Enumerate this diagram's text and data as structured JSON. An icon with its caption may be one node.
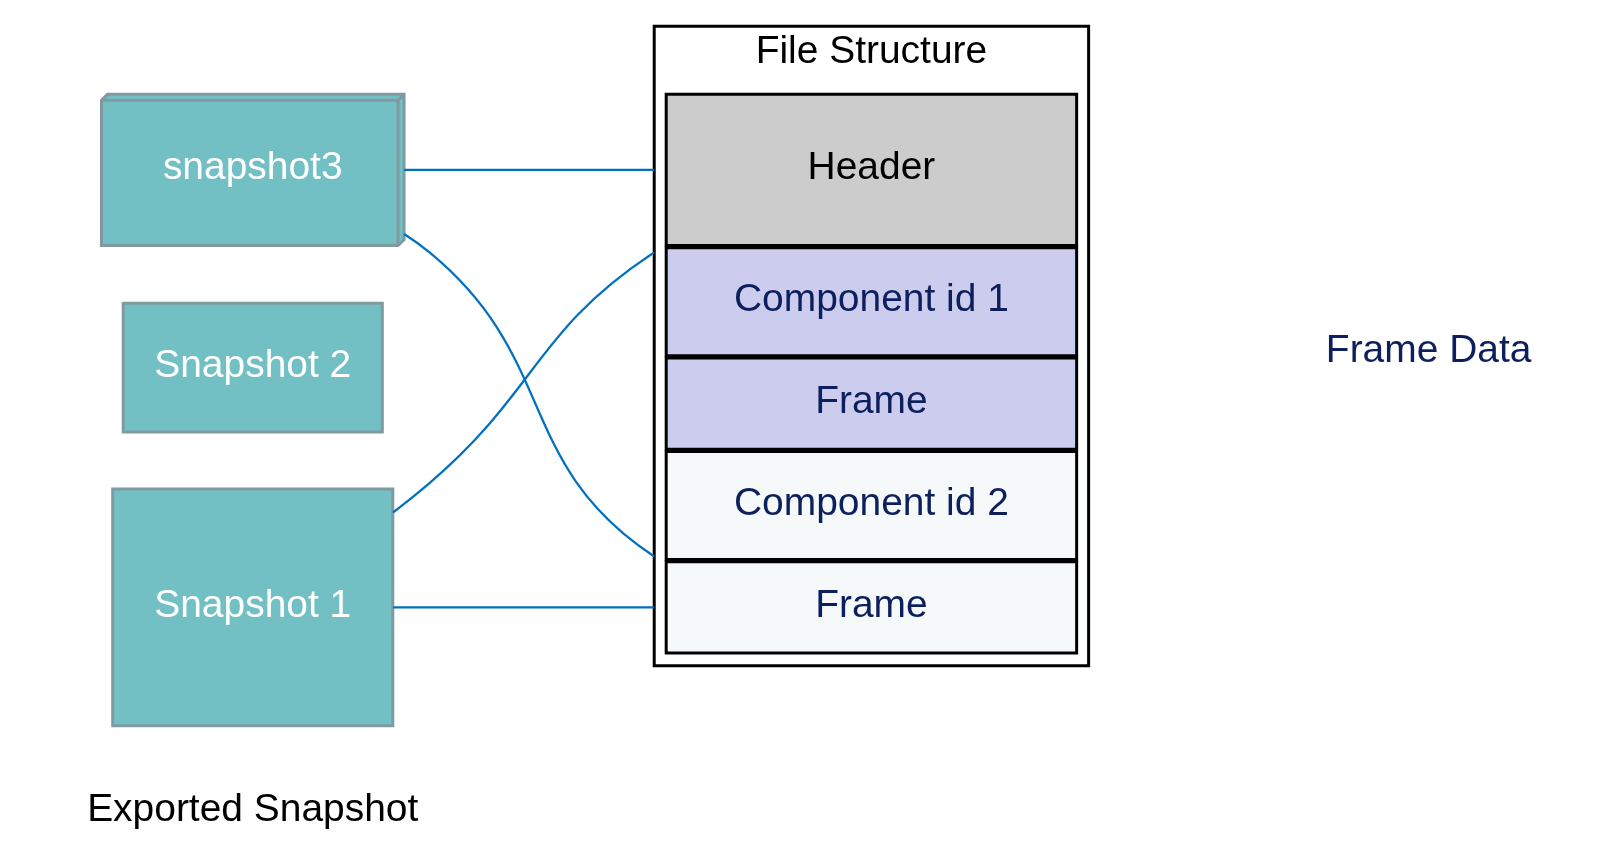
{
  "diagram": {
    "nodes": [
      {
        "text": [
          "Snapshot 1"
        ]
      },
      {
        "text": [
          "Snapshot 2"
        ]
      },
      {
        "text": [
          "snapshot3"
        ]
      },
      {
        "text": [
          "File Structure"
        ]
      },
      {
        "text": [
          "Header"
        ],
        "in": 3
      },
      {
        "text": [
          "Component id 1"
        ],
        "in": 3
      },
      {
        "text": [
          "Frame"
        ],
        "in": 3
      },
      {
        "text": [
          "Component id 2"
        ],
        "in": 3
      },
      {
        "text": [
          "Frame"
        ],
        "in": 3
      }
    ],
    "edges": [
      {
        "from": 0,
        "to": 3,
        "arrow": "none"
      },
      {
        "from": 0,
        "to": 3,
        "arrow": "none"
      },
      {
        "from": 2,
        "to": 3,
        "arrow": "none"
      },
      {
        "from": 2,
        "to": 3,
        "arrow": "none"
      }
    ],
    "labels": [
      "Exported Snapshot",
      "Frame Data"
    ]
  }
}
